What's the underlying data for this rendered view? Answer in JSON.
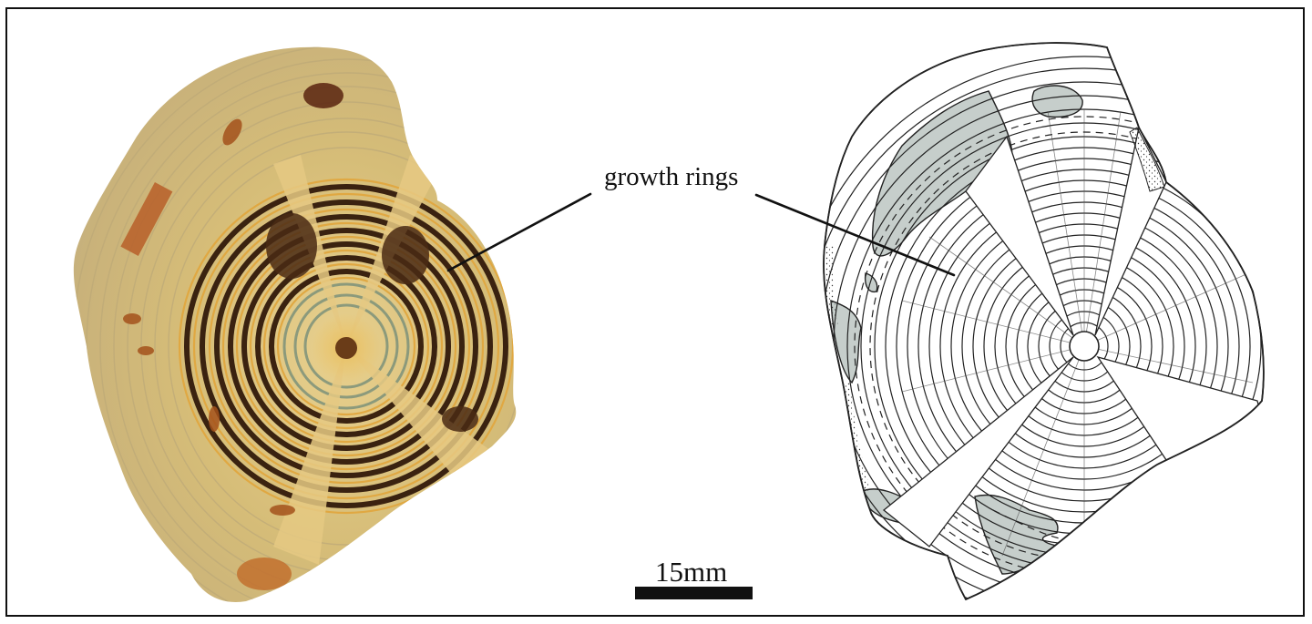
{
  "figure": {
    "panels": [
      {
        "id": "photo",
        "description": "Photograph of specimen cross-section showing concentric growth rings"
      },
      {
        "id": "drawing",
        "description": "Interpretive line drawing of the same specimen showing growth rings, missing sectors and shaded damaged areas"
      }
    ],
    "annotation": {
      "label": "growth rings",
      "leader_lines": 2
    },
    "scale_bar": {
      "label": "15mm",
      "color": "#111111"
    },
    "colors": {
      "frame": "#111111",
      "drawing_line": "#222222",
      "drawing_shade": "#c6cecb",
      "photo_base": "#d8bf7a",
      "photo_rust": "#a4521c",
      "photo_dark": "#3a2210"
    }
  }
}
